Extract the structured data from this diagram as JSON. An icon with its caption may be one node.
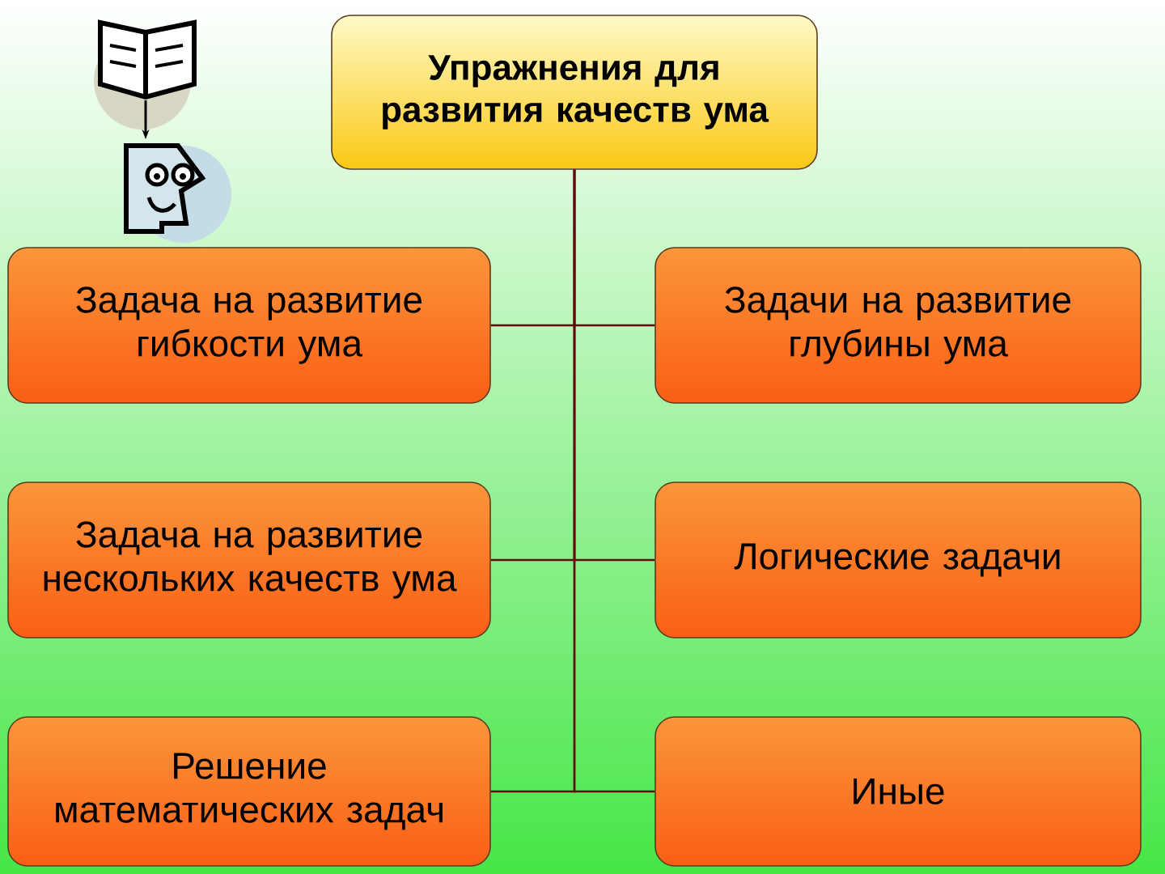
{
  "diagram": {
    "nodes": [
      {
        "text": [
          "Упражнения для развития качеств ума"
        ]
      },
      {
        "text": [
          "Задача на развитие гибкости ума"
        ]
      },
      {
        "text": [
          "Задачи на развитие глубины ума"
        ]
      },
      {
        "text": [
          "Задача на развитие нескольких качеств ума"
        ]
      },
      {
        "text": [
          "Логические задачи"
        ]
      },
      {
        "text": [
          "Решение математических задач"
        ]
      },
      {
        "text": [
          "Иные"
        ]
      }
    ],
    "edges": [
      {
        "from": 0,
        "to": 1,
        "arrow": "none"
      },
      {
        "from": 0,
        "to": 2,
        "arrow": "none"
      },
      {
        "from": 0,
        "to": 3,
        "arrow": "none"
      },
      {
        "from": 0,
        "to": 4,
        "arrow": "none"
      },
      {
        "from": 0,
        "to": 5,
        "arrow": "none"
      },
      {
        "from": 0,
        "to": 6,
        "arrow": "none"
      }
    ]
  }
}
